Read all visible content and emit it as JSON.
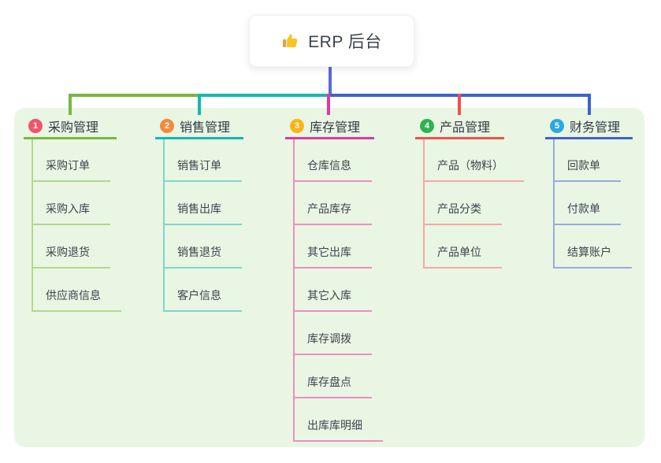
{
  "root": {
    "icon": "thumbs-up-icon",
    "title": "ERP 后台"
  },
  "colors": {
    "board_bg": "#e9f6e3",
    "root_line": "#5b68d9",
    "title_text": "#3b4250",
    "item_text": "#3e4450"
  },
  "branches": [
    {
      "badge": "1",
      "title": "采购管理",
      "colors": {
        "badge": "#f4526d",
        "line": "#79b83d",
        "line_light": "#b0d98c"
      },
      "children": [
        "采购订单",
        "采购入库",
        "采购退货",
        "供应商信息"
      ]
    },
    {
      "badge": "2",
      "title": "销售管理",
      "colors": {
        "badge": "#f7883b",
        "line": "#14b8ae",
        "line_light": "#7fd6cf"
      },
      "children": [
        "销售订单",
        "销售出库",
        "销售退货",
        "客户信息"
      ]
    },
    {
      "badge": "3",
      "title": "库存管理",
      "colors": {
        "badge": "#fcb415",
        "line": "#df3a9d",
        "line_light": "#f18cc4"
      },
      "children": [
        "仓库信息",
        "产品库存",
        "其它出库",
        "其它入库",
        "库存调拨",
        "库存盘点",
        "出库库明细"
      ]
    },
    {
      "badge": "4",
      "title": "产品管理",
      "colors": {
        "badge": "#2db34d",
        "line": "#f0504e",
        "line_light": "#f8a7a5"
      },
      "children": [
        "产品（物料）",
        "产品分类",
        "产品单位"
      ]
    },
    {
      "badge": "5",
      "title": "财务管理",
      "colors": {
        "badge": "#2ba9e1",
        "line": "#3e62d0",
        "line_light": "#97abe2"
      },
      "children": [
        "回款单",
        "付款单",
        "结算账户"
      ]
    }
  ]
}
